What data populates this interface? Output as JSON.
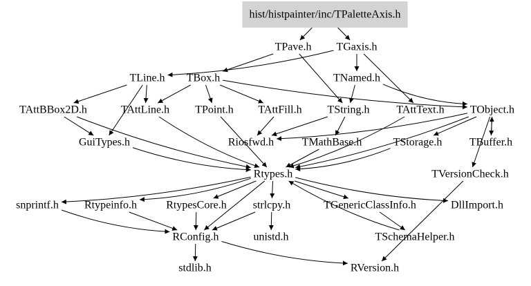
{
  "diagram": {
    "root_fill": "#d3d3d3",
    "nodes": [
      {
        "id": "root",
        "label": "hist/histpainter/inc/TPaletteAxis.h"
      },
      {
        "id": "TPave",
        "label": "TPave.h"
      },
      {
        "id": "TGaxis",
        "label": "TGaxis.h"
      },
      {
        "id": "TLine",
        "label": "TLine.h"
      },
      {
        "id": "TBox",
        "label": "TBox.h"
      },
      {
        "id": "TNamed",
        "label": "TNamed.h"
      },
      {
        "id": "TAttBBox2D",
        "label": "TAttBBox2D.h"
      },
      {
        "id": "TAttLine",
        "label": "TAttLine.h"
      },
      {
        "id": "TPoint",
        "label": "TPoint.h"
      },
      {
        "id": "TAttFill",
        "label": "TAttFill.h"
      },
      {
        "id": "TString",
        "label": "TString.h"
      },
      {
        "id": "TAttText",
        "label": "TAttText.h"
      },
      {
        "id": "TObject",
        "label": "TObject.h"
      },
      {
        "id": "GuiTypes",
        "label": "GuiTypes.h"
      },
      {
        "id": "Riosfwd",
        "label": "Riosfwd.h"
      },
      {
        "id": "TMathBase",
        "label": "TMathBase.h"
      },
      {
        "id": "TStorage",
        "label": "TStorage.h"
      },
      {
        "id": "TBuffer",
        "label": "TBuffer.h"
      },
      {
        "id": "Rtypes",
        "label": "Rtypes.h"
      },
      {
        "id": "TVersionCheck",
        "label": "TVersionCheck.h"
      },
      {
        "id": "snprintf",
        "label": "snprintf.h"
      },
      {
        "id": "Rtypeinfo",
        "label": "Rtypeinfo.h"
      },
      {
        "id": "RtypesCore",
        "label": "RtypesCore.h"
      },
      {
        "id": "strlcpy",
        "label": "strlcpy.h"
      },
      {
        "id": "TGenericClassInfo",
        "label": "TGenericClassInfo.h"
      },
      {
        "id": "DllImport",
        "label": "DllImport.h"
      },
      {
        "id": "RConfig",
        "label": "RConfig.h"
      },
      {
        "id": "unistd",
        "label": "unistd.h"
      },
      {
        "id": "TSchemaHelper",
        "label": "TSchemaHelper.h"
      },
      {
        "id": "stdlib",
        "label": "stdlib.h"
      },
      {
        "id": "RVersion",
        "label": "RVersion.h"
      }
    ],
    "edges": [
      [
        "root",
        "TPave"
      ],
      [
        "root",
        "TGaxis"
      ],
      [
        "TPave",
        "TBox"
      ],
      [
        "TPave",
        "TString"
      ],
      [
        "TGaxis",
        "TLine"
      ],
      [
        "TGaxis",
        "TNamed"
      ],
      [
        "TGaxis",
        "TAttText"
      ],
      [
        "TLine",
        "TAttBBox2D"
      ],
      [
        "TLine",
        "TAttLine"
      ],
      [
        "TLine",
        "GuiTypes"
      ],
      [
        "TBox",
        "TAttLine"
      ],
      [
        "TBox",
        "TPoint"
      ],
      [
        "TBox",
        "TAttFill"
      ],
      [
        "TBox",
        "TObject"
      ],
      [
        "TNamed",
        "TString"
      ],
      [
        "TNamed",
        "TObject"
      ],
      [
        "TAttBBox2D",
        "GuiTypes"
      ],
      [
        "TAttBBox2D",
        "Rtypes"
      ],
      [
        "TAttLine",
        "Rtypes"
      ],
      [
        "TPoint",
        "Rtypes"
      ],
      [
        "TAttFill",
        "Riosfwd"
      ],
      [
        "TString",
        "TMathBase"
      ],
      [
        "TString",
        "Riosfwd"
      ],
      [
        "TAttText",
        "Rtypes"
      ],
      [
        "TObject",
        "Riosfwd"
      ],
      [
        "TObject",
        "TStorage"
      ],
      [
        "TObject",
        "TBuffer"
      ],
      [
        "TObject",
        "TVersionCheck"
      ],
      [
        "TObject",
        "Rtypes"
      ],
      [
        "GuiTypes",
        "Rtypes"
      ],
      [
        "TMathBase",
        "Rtypes"
      ],
      [
        "TStorage",
        "Rtypes"
      ],
      [
        "TBuffer",
        "TObject"
      ],
      [
        "TVersionCheck",
        "RVersion"
      ],
      [
        "TSchemaHelper",
        "Rtypes"
      ],
      [
        "Rtypes",
        "snprintf"
      ],
      [
        "Rtypes",
        "Rtypeinfo"
      ],
      [
        "Rtypes",
        "RtypesCore"
      ],
      [
        "Rtypes",
        "strlcpy"
      ],
      [
        "Rtypes",
        "TGenericClassInfo"
      ],
      [
        "Rtypes",
        "DllImport"
      ],
      [
        "Rtypes",
        "RConfig"
      ],
      [
        "snprintf",
        "RConfig"
      ],
      [
        "Rtypeinfo",
        "RConfig"
      ],
      [
        "RtypesCore",
        "RConfig"
      ],
      [
        "strlcpy",
        "RConfig"
      ],
      [
        "strlcpy",
        "unistd"
      ],
      [
        "TGenericClassInfo",
        "TSchemaHelper"
      ],
      [
        "RConfig",
        "stdlib"
      ],
      [
        "RConfig",
        "RVersion"
      ]
    ]
  }
}
